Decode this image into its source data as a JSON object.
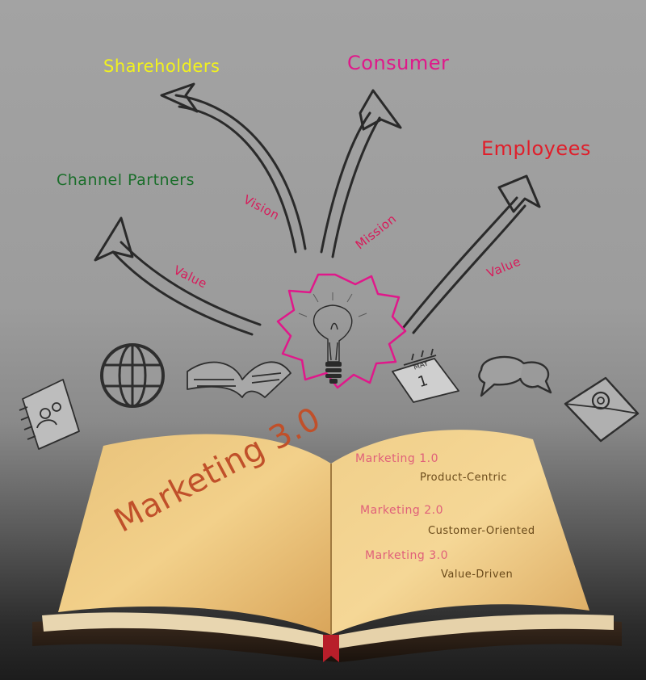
{
  "stakeholders": {
    "shareholders": "Shareholders",
    "consumer": "Consumer",
    "employees": "Employees",
    "channel_partners": "Channel Partners"
  },
  "arrow_labels": {
    "vision": "Vision",
    "mission": "Mission",
    "value_left": "Value",
    "value_right": "Value"
  },
  "calendar": {
    "month": "MAY",
    "day": "1"
  },
  "book": {
    "title": "Marketing 3.0",
    "items": [
      {
        "name": "Marketing 1.0",
        "desc": "Product-Centric"
      },
      {
        "name": "Marketing 2.0",
        "desc": "Customer-Oriented"
      },
      {
        "name": "Marketing 3.0",
        "desc": "Value-Driven"
      }
    ]
  },
  "colors": {
    "shareholders": "#f2f21e",
    "consumer": "#e0188a",
    "employees": "#e01e2a",
    "channel_partners": "#1a6e2a",
    "arrow_text": "#d81a5a",
    "bulb_glow": "#e0188a",
    "book_title": "#c0502a",
    "book_items": "#e0607a",
    "book_desc": "#6a4a1a"
  },
  "icons": [
    "address-book-icon",
    "globe-icon",
    "open-book-icon",
    "light-bulb-icon",
    "calendar-icon",
    "speech-bubbles-icon",
    "email-envelope-icon"
  ]
}
